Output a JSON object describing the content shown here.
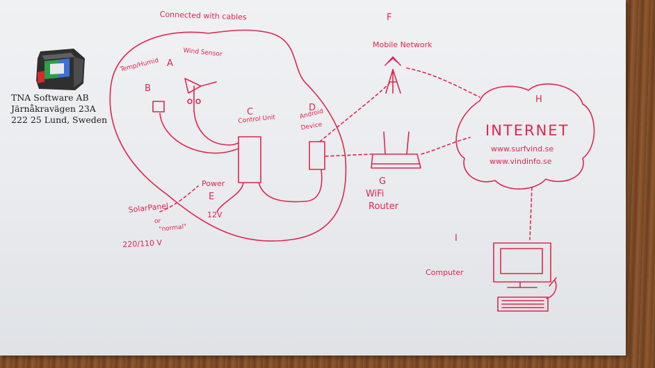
{
  "company": {
    "name": "TNA Software AB",
    "street": "Järnåkravägen 23A",
    "city": "222 25  Lund, Sweden"
  },
  "labels": {
    "top_note": "Connected with cables",
    "wind_sensor": "Wind Sensor",
    "letter_a": "A",
    "temp_humid": "Temp/Humid",
    "letter_b": "B",
    "letter_c": "C",
    "control_unit": "Control Unit",
    "letter_d": "D",
    "android_line1": "Android",
    "android_line2": "Device",
    "power": "Power",
    "letter_e": "E",
    "voltage_12": "12V",
    "solar_line1": "SolarPanel",
    "solar_line2": "or",
    "solar_line3": "\"normal\"",
    "solar_line4": "220/110 V",
    "letter_f": "F",
    "mobile_network": "Mobile Network",
    "letter_h": "H",
    "internet": "INTERNET",
    "url_surfvind": "www.surfvind.se",
    "url_vindinfo": "www.vindinfo.se",
    "letter_g": "G",
    "wifi": "WiFi",
    "router": "Router",
    "letter_i": "I",
    "computer": "Computer"
  },
  "colors": {
    "ink": "#e0254f",
    "paper": "#eceef1",
    "table": "#7a4a28"
  }
}
